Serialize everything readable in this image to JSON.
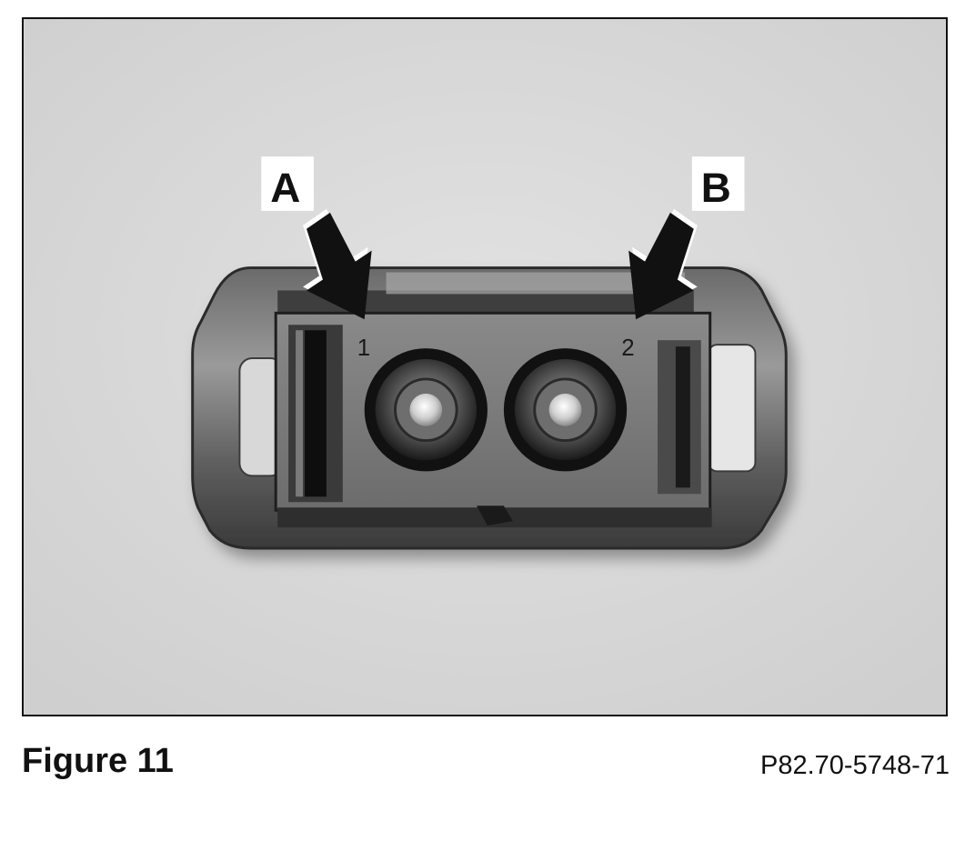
{
  "figure": {
    "caption": "Figure 11",
    "reference_code": "P82.70-5748-71"
  },
  "callouts": {
    "a_label": "A",
    "b_label": "B"
  },
  "pins": {
    "pin1": "1",
    "pin2": "2"
  },
  "colors": {
    "background": "#d9d9d9",
    "frame": "#111111",
    "arrow": "#111111"
  }
}
